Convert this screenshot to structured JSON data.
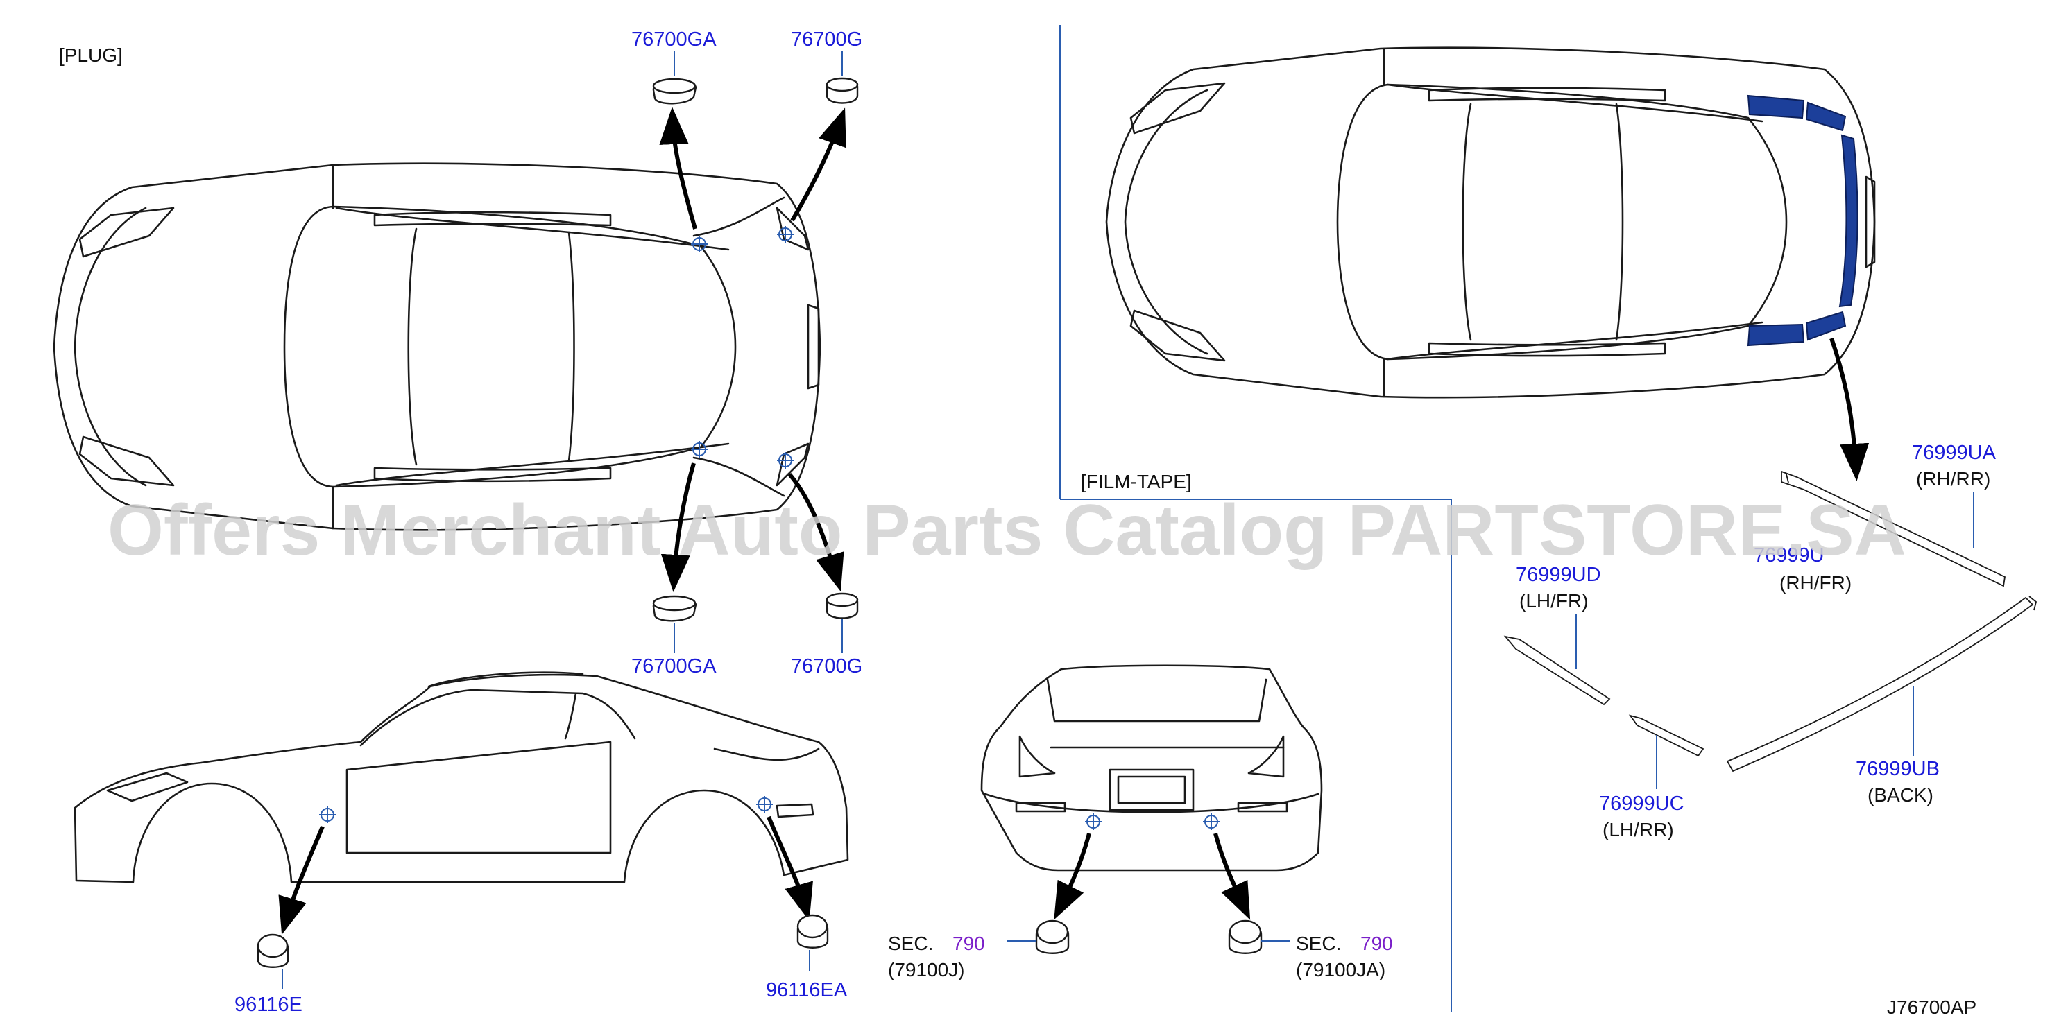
{
  "sections": {
    "plug": "[PLUG]",
    "film_tape": "[FILM-TAPE]"
  },
  "parts": {
    "p76700GA_top": "76700GA",
    "p76700G_top": "76700G",
    "p76700GA_bottom": "76700GA",
    "p76700G_bottom": "76700G",
    "p96116E": "96116E",
    "p96116EA": "96116EA",
    "p76999UA": "76999UA",
    "p76999UA_side": "(RH/RR)",
    "p76999U": "76999U",
    "p76999U_side": "(RH/FR)",
    "p76999UD": "76999UD",
    "p76999UD_side": "(LH/FR)",
    "p76999UC": "76999UC",
    "p76999UC_side": "(LH/RR)",
    "p76999UB": "76999UB",
    "p76999UB_side": "(BACK)"
  },
  "sec_refs": [
    {
      "label": "SEC.",
      "number": "790",
      "code": "(79100J)"
    },
    {
      "label": "SEC.",
      "number": "790",
      "code": "(79100JA)"
    }
  ],
  "diagram_code": "J76700AP",
  "watermark": "Offers Merchant Auto Parts Catalog PARTSTORE.SA",
  "colors": {
    "part_number": "#1b1bd8",
    "section_number": "#7a1fc9",
    "film_tape": "#1c3f9a",
    "leader": "#2a5db0"
  }
}
